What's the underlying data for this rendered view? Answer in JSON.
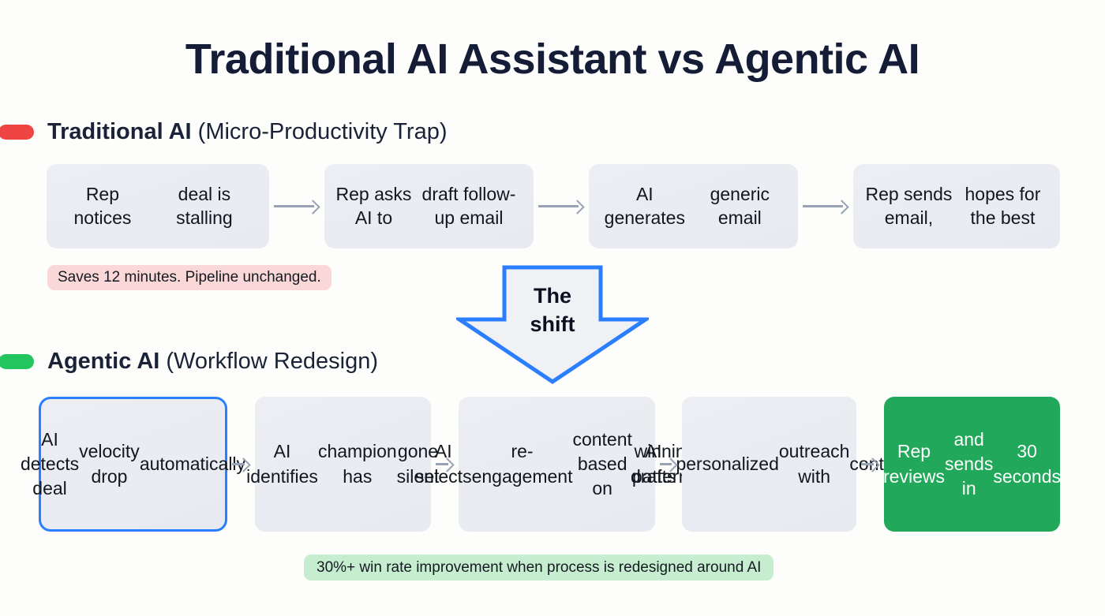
{
  "page": {
    "title": "Traditional AI Assistant vs Agentic AI",
    "background_color": "#fdfdfb",
    "title_color": "#141c36"
  },
  "sections": {
    "traditional": {
      "marker_color": "#ef4444",
      "heading_bold": "Traditional AI",
      "heading_rest": " (Micro-Productivity Trap)",
      "steps": [
        "Rep notices\ndeal is stalling",
        "Rep asks AI to\ndraft follow-up email",
        "AI generates\ngeneric email",
        "Rep sends email,\nhopes for the best"
      ],
      "callout": "Saves 12 minutes. Pipeline unchanged.",
      "callout_bg": "#fbd8d8"
    },
    "agentic": {
      "marker_color": "#22c55e",
      "heading_bold": "Agentic AI",
      "heading_rest": " (Workflow Redesign)",
      "steps": [
        "AI detects deal\nvelocity drop\nautomatically",
        "AI identifies\nchampion has\ngone silent",
        "AI selects\nre-engagement\ncontent based on\nwinning patterns",
        "AI drafts\npersonalized\noutreach with\ncontext",
        "Rep reviews\nand sends in\n30 seconds"
      ],
      "callout": "30%+ win rate improvement when process is redesigned around AI",
      "callout_bg": "#c6edcf",
      "highlight_border_color": "#2b7fff",
      "final_node_bg": "#22a85a"
    }
  },
  "shift": {
    "line1": "The",
    "line2": "shift",
    "outline_color": "#2b7fff",
    "fill_color": "#f0f1f5"
  },
  "icons": {
    "connector": "arrow-right-icon",
    "shift": "arrow-down-icon"
  }
}
